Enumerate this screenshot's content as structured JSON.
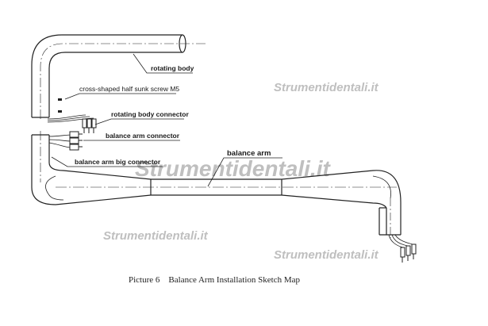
{
  "labels": {
    "rotating_body": "rotating body",
    "screw": "cross-shaped half sunk screw M5",
    "rotating_body_connector": "rotating body connector",
    "balance_arm_connector": "balance arm connector",
    "balance_arm_big_connector": "balance arm big connector",
    "balance_arm": "balance arm"
  },
  "watermark": {
    "text": "Strumentidentali.it"
  },
  "caption": {
    "number": "Picture 6",
    "title": "Balance Arm Installation Sketch Map"
  }
}
